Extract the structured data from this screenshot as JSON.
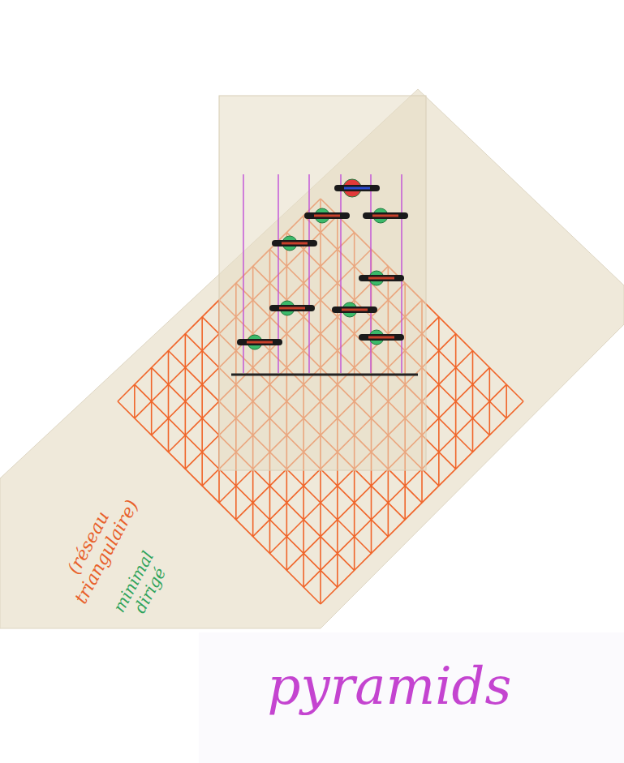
{
  "diagram": {
    "labels": [
      "(réseau triangulaire)",
      "minimal dirigé",
      "pyramids"
    ]
  }
}
